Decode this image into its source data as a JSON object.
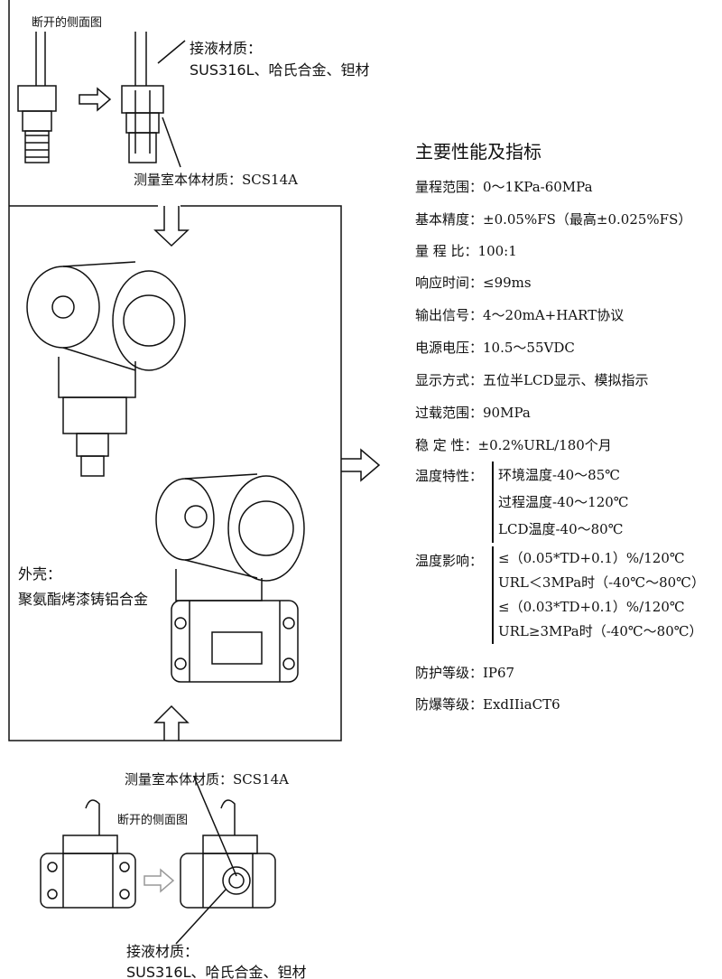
{
  "top": {
    "section_label": "断开的侧面图",
    "wetted_title": "接液材质：",
    "wetted_value": "SUS316L、哈氏合金、钽材",
    "chamber": "测量室本体材质：SCS14A"
  },
  "housing": {
    "title": "外壳：",
    "value": "聚氨酯烤漆铸铝合金"
  },
  "bottom": {
    "chamber": "测量室本体材质：SCS14A",
    "section_label": "断开的侧面图",
    "wetted_title": "接液材质：",
    "wetted_value": "SUS316L、哈氏合金、钽材"
  },
  "specs": {
    "title": "主要性能及指标",
    "items": [
      "量程范围：0～1KPa-60MPa",
      "基本精度：±0.05%FS（最高±0.025%FS）",
      "量 程 比：100:1",
      "响应时间：≤99ms",
      "输出信号：4～20mA+HART协议",
      "电源电压：10.5～55VDC",
      "显示方式：五位半LCD显示、模拟指示",
      "过载范围：90MPa",
      "稳 定 性：±0.2%URL/180个月"
    ],
    "temp_char_label": "温度特性：",
    "temp_char": [
      "环境温度-40～85℃",
      "过程温度-40～120℃",
      "LCD温度-40～80℃"
    ],
    "temp_effect_label": "温度影响：",
    "temp_effect": [
      "≤（0.05*TD+0.1）%/120℃",
      "URL＜3MPa时（-40℃～80℃）",
      "≤（0.03*TD+0.1）%/120℃",
      "URL≥3MPa时（-40℃～80℃）"
    ],
    "protection": "防护等级：IP67",
    "explosion": "防爆等级：ExdIIiaCT6"
  }
}
